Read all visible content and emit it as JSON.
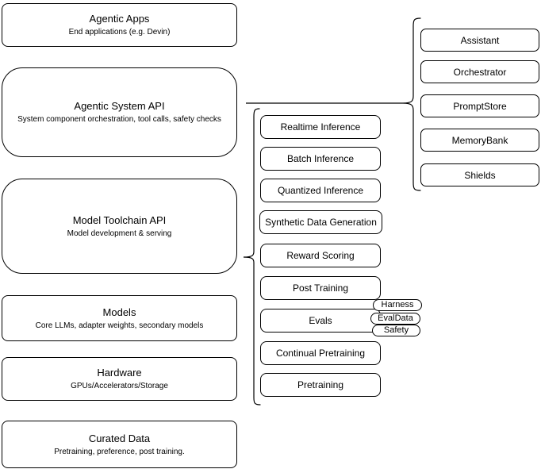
{
  "left_stack": [
    {
      "title": "Agentic Apps",
      "subtitle": "End applications (e.g. Devin)"
    },
    {
      "title": "Agentic System API",
      "subtitle": "System component orchestration, tool calls, safety checks"
    },
    {
      "title": "Model Toolchain API",
      "subtitle": "Model development & serving"
    },
    {
      "title": "Models",
      "subtitle": "Core LLMs, adapter weights, secondary models"
    },
    {
      "title": "Hardware",
      "subtitle": "GPUs/Accelerators/Storage"
    },
    {
      "title": "Curated Data",
      "subtitle": "Pretraining, preference, post training."
    }
  ],
  "middle_stack": [
    "Realtime Inference",
    "Batch Inference",
    "Quantized Inference",
    "Synthetic Data Generation",
    "Reward Scoring",
    "Post Training",
    "Evals",
    "Continual Pretraining",
    "Pretraining"
  ],
  "evals_pills": [
    "Harness",
    "EvalData",
    "Safety"
  ],
  "right_stack": [
    "Assistant",
    "Orchestrator",
    "PromptStore",
    "MemoryBank",
    "Shields"
  ],
  "colors": {
    "stroke": "#000000",
    "fill": "#ffffff",
    "background": "#ffffff",
    "text": "#000000"
  }
}
